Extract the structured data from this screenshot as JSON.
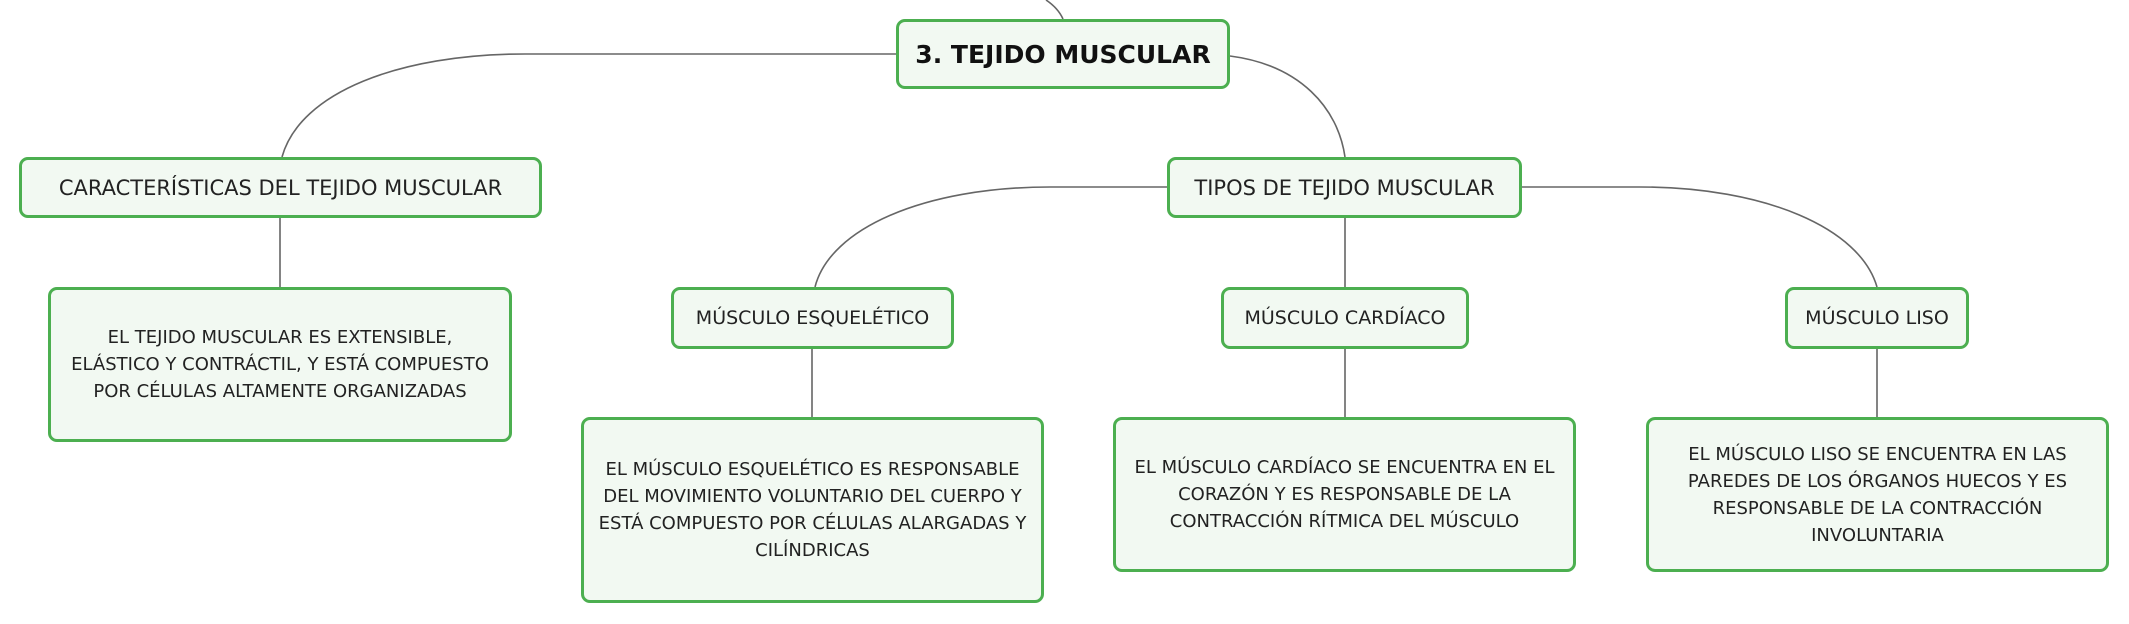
{
  "root": {
    "title": "3. TEJIDO MUSCULAR"
  },
  "branches": {
    "caracteristicas": {
      "label": "CARACTERÍSTICAS DEL TEJIDO MUSCULAR",
      "description": "EL TEJIDO MUSCULAR ES EXTENSIBLE, ELÁSTICO Y CONTRÁCTIL, Y ESTÁ COMPUESTO POR CÉLULAS ALTAMENTE ORGANIZADAS"
    },
    "tipos": {
      "label": "TIPOS DE TEJIDO MUSCULAR",
      "children": [
        {
          "label": "MÚSCULO ESQUELÉTICO",
          "description": "EL MÚSCULO ESQUELÉTICO ES RESPONSABLE DEL MOVIMIENTO VOLUNTARIO DEL CUERPO Y ESTÁ COMPUESTO POR CÉLULAS ALARGADAS Y CILÍNDRICAS"
        },
        {
          "label": "MÚSCULO CARDÍACO",
          "description": "EL MÚSCULO CARDÍACO SE ENCUENTRA EN EL CORAZÓN Y ES RESPONSABLE DE LA CONTRACCIÓN RÍTMICA DEL MÚSCULO"
        },
        {
          "label": "MÚSCULO LISO",
          "description": "EL MÚSCULO LISO SE ENCUENTRA EN LAS PAREDES DE LOS ÓRGANOS HUECOS Y ES RESPONSABLE DE LA CONTRACCIÓN INVOLUNTARIA"
        }
      ]
    }
  },
  "colors": {
    "node_border": "#4caf50",
    "node_fill": "#f2f9f2",
    "connector": "#666666"
  }
}
